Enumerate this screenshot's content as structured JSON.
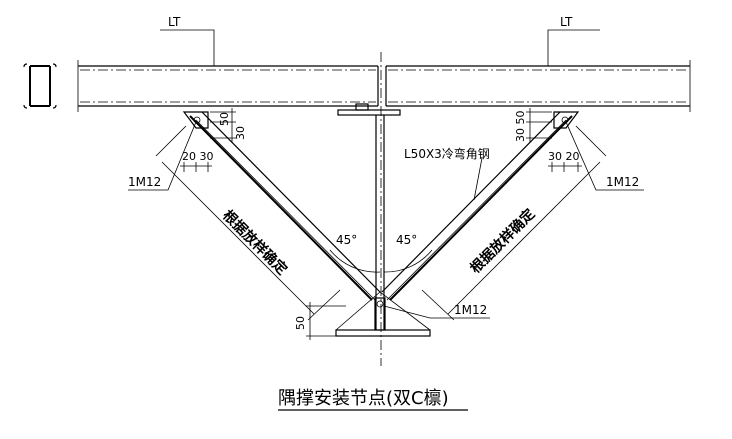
{
  "labels": {
    "lt_left": "LT",
    "lt_right": "LT",
    "angle_left": "45°",
    "angle_right": "45°",
    "dim_50_left": "50",
    "dim_30_left": "30",
    "dim_3050_right": "30 50",
    "dim_2030_left": "20 30",
    "dim_3020_right": "30 20",
    "bolt_left": "1M12",
    "bolt_right": "1M12",
    "bolt_bottom": "1M12",
    "dim_50_bottom": "50",
    "angle_steel": "L50X3冷弯角钢",
    "per_sample_left": "根据放样确定",
    "per_sample_right": "根据放样确定"
  },
  "title": "隅撑安装节点(双C檩)"
}
